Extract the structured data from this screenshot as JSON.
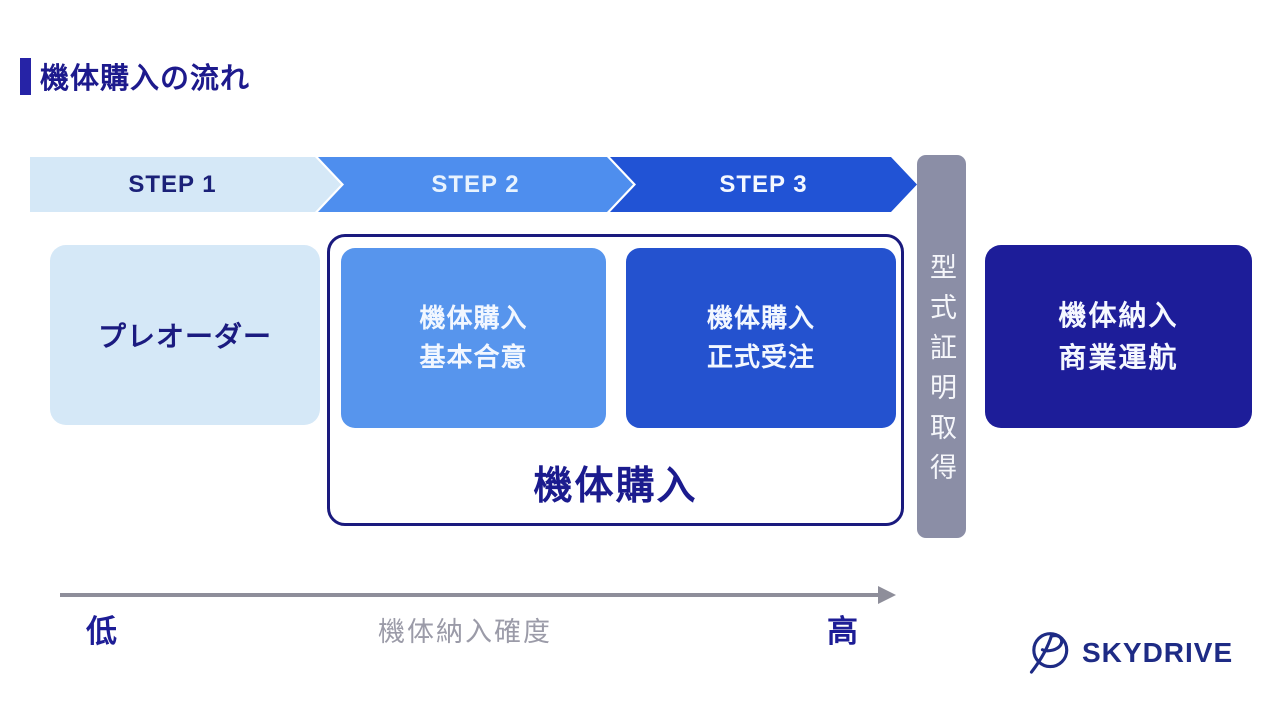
{
  "title": "機体購入の流れ",
  "steps": [
    {
      "label": "STEP 1",
      "color": "#d5e8f7",
      "text_color": "#1b2178"
    },
    {
      "label": "STEP 2",
      "color": "#4e8eee",
      "text_color": "#e8f3fe"
    },
    {
      "label": "STEP 3",
      "color": "#2153d5",
      "text_color": "#f4f8ff"
    }
  ],
  "flow": {
    "preorder": {
      "label": "プレオーダー",
      "color": "#d5e8f7"
    },
    "purchase_group": {
      "label": "機体購入",
      "items": [
        {
          "text": "機体購入\n基本合意",
          "color": "#5795ed"
        },
        {
          "text": "機体購入\n正式受注",
          "color": "#2452cf"
        }
      ]
    },
    "certification": {
      "label": "型式証明取得",
      "color": "#8b8ea6"
    },
    "delivery": {
      "text": "機体納入\n商業運航",
      "color": "#1d1d99"
    }
  },
  "axis": {
    "low": "低",
    "label": "機体納入確度",
    "high": "高",
    "arrow_color": "#8e8e9a"
  },
  "logo": {
    "text": "SKYDRIVE",
    "color": "#1e2b85"
  },
  "colors": {
    "navy_text": "#1b1b8e",
    "accent_bar": "#2623a6",
    "background": "#ffffff"
  }
}
